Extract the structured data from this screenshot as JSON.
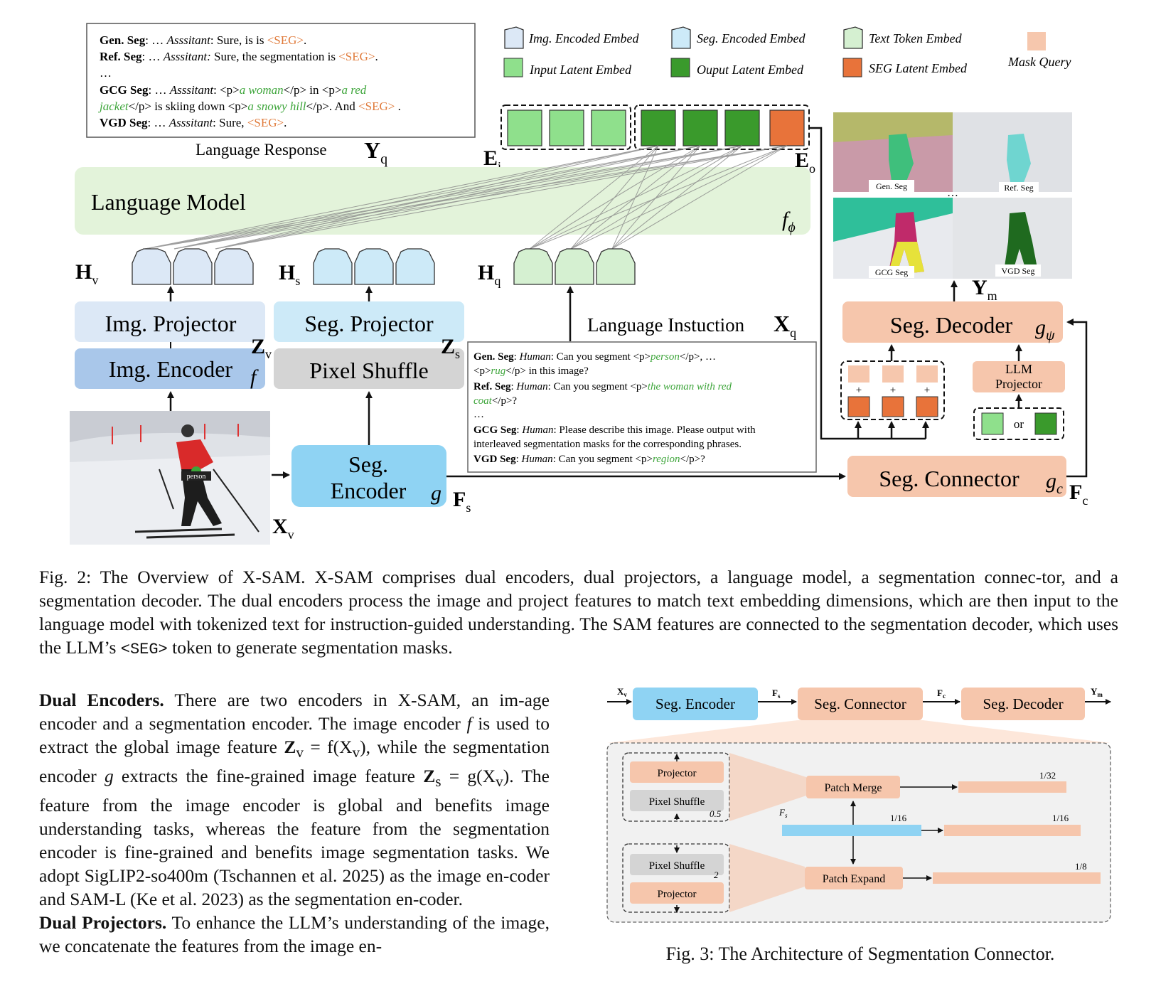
{
  "fig2": {
    "response_box": {
      "gen_label": "Gen. Seg",
      "gen_text_a": ": … ",
      "assistant": "Asssitant",
      "gen_text_b": ": Sure, is is ",
      "seg_token": "<SEG>",
      "ref_label": "Ref. Seg",
      "ref_text_a": ": … ",
      "ref_assistant": "Asssitant:",
      "ref_text_b": " Sure, the segmentation is ",
      "ellipsis": "…",
      "gcg_label": "GCG Seg",
      "gcg_text_a": ": … ",
      "gcg_text_b": ": <p>",
      "gcg_phrase1": "a woman",
      "gcg_text_c": "</p>  in <p>",
      "gcg_phrase2a": "a red",
      "gcg_phrase2b": "jacket",
      "gcg_text_d": "</p> is skiing down <p>",
      "gcg_phrase3": "a snowy hill",
      "gcg_text_e": "</p>.  And ",
      "gcg_text_f": " .",
      "vgd_label": "VGD Seg",
      "vgd_text_a": ": … ",
      "vgd_text_b": ": Sure, "
    },
    "language_response": "Language Response",
    "Yq": "Y",
    "Yq_sub": "q",
    "Ei": "E",
    "Ei_sub": "i",
    "Eo": "E",
    "Eo_sub": "o",
    "language_model": "Language Model",
    "f_phi": "f",
    "f_phi_sub": "ϕ",
    "Hv": "H",
    "Hv_sub": "v",
    "Hs": "H",
    "Hs_sub": "s",
    "Hq": "H",
    "Hq_sub": "q",
    "img_projector": "Img. Projector",
    "seg_projector": "Seg. Projector",
    "img_encoder": "Img. Encoder",
    "img_encoder_f": "f",
    "pixel_shuffle": "Pixel Shuffle",
    "Zv": "Z",
    "Zv_sub": "v",
    "Zs": "Z",
    "Zs_sub": "s",
    "seg_encoder_line1": "Seg.",
    "seg_encoder_line2": "Encoder",
    "seg_encoder_g": "g",
    "Fs": "F",
    "Fs_sub": "s",
    "Xv": "X",
    "Xv_sub": "v",
    "person_label": "person",
    "language_instruction": "Language Instuction",
    "Xq": "X",
    "Xq_sub": "q",
    "instruction_box": {
      "gen_label": "Gen. Seg",
      "human": "Human",
      "gen_a": ": Can you segment <p>",
      "gen_p1": "person",
      "gen_b": "</p>, …",
      "gen_c": "<p>",
      "gen_p2": "rug",
      "gen_d": "</p> in this image?",
      "ref_label": "Ref. Seg",
      "ref_a": ": Can you segment <p>",
      "ref_p1": "the woman with red",
      "ref_p2": "coat",
      "ref_b": "</p>?",
      "ellipsis": "…",
      "gcg_label": "GCG Seg",
      "gcg_a": ": Please describe this image. Please output with",
      "gcg_b": "interleaved segmentation masks for the corresponding phrases.",
      "vgd_label": "VGD Seg",
      "vgd_a": ": Can you segment <p>",
      "vgd_p": "region",
      "vgd_b": "</p>?"
    },
    "legend": {
      "img_encoded": "Img. Encoded Embed",
      "seg_encoded": "Seg. Encoded Embed",
      "text_token": "Text Token Embed",
      "mask_query": "Mask Query",
      "input_latent": "Input Latent Embed",
      "output_latent": "Ouput Latent Embed",
      "seg_latent": "SEG Latent Embed"
    },
    "results": {
      "gen": "Gen. Seg",
      "ref": "Ref. Seg",
      "gcg": "GCG Seg",
      "vgd": "VGD Seg",
      "dots": "…"
    },
    "Ym": "Y",
    "Ym_sub": "m",
    "seg_decoder": "Seg. Decoder",
    "g_psi": "g",
    "g_psi_sub": "ψ",
    "llm_projector_1": "LLM",
    "llm_projector_2": "Projector",
    "or": "or",
    "plus": "+",
    "seg_connector": "Seg. Connector",
    "g_c": "g",
    "g_c_sub": "c",
    "Fc": "F",
    "Fc_sub": "c"
  },
  "caption2": {
    "a": "Fig. 2: The Overview of X-SAM. X-SAM comprises dual encoders, dual projectors, a language model, a segmentation connec-tor, and a segmentation decoder. The dual encoders process the image and project features to match text embedding dimensions, which are then input to the language model with tokenized text for instruction-guided understanding. The SAM features are connected to the segmentation decoder, which uses the LLM’s ",
    "token": "<SEG>",
    "b": " token to generate segmentation masks."
  },
  "body": {
    "p1_head": "Dual Encoders.",
    "p1_a": " There are two encoders in X-SAM, an im-age encoder and a segmentation encoder. The image encoder ",
    "p1_f": "f",
    "p1_b": " is used to extract the global image feature ",
    "p1_eq1": "Z",
    "p1_eq1_sub": "v",
    "p1_eq1_rhs": " = f(X",
    "p1_eq1_rhs2": "v",
    "p1_eq1_end": "),",
    "p1_c": " while the segmentation encoder ",
    "p1_g": "g",
    "p1_d": " extracts the fine-grained image feature ",
    "p1_eq2": "Z",
    "p1_eq2_sub": "s",
    "p1_eq2_rhs": " = g(X",
    "p1_eq2_rhs2": "v",
    "p1_eq2_end": ").",
    "p1_e": " The feature from the image encoder is global and benefits image understanding tasks, whereas the feature from the segmentation encoder is fine-grained and benefits image segmentation tasks. We adopt SigLIP2-so400m (Tschannen et al. 2025) as the image en-coder and SAM-L (Ke et al. 2023) as the segmentation en-coder.",
    "p2_head": "Dual Projectors.",
    "p2_a": " To enhance the LLM’s understanding of the image, we concatenate the features from the image en-"
  },
  "fig3": {
    "Xv": "X",
    "Xv_sub": "v",
    "seg_encoder": "Seg. Encoder",
    "Fs": "F",
    "Fs_sub": "s",
    "seg_connector": "Seg. Connector",
    "Fc": "F",
    "Fc_sub": "c",
    "seg_decoder": "Seg. Decoder",
    "Ym": "Y",
    "Ym_sub": "m",
    "projector": "Projector",
    "pixel_shuffle": "Pixel Shuffle",
    "ps_factor_a": "0.5",
    "ps_factor_b": "2",
    "patch_merge": "Patch Merge",
    "patch_expand": "Patch Expand",
    "inner_Fs": "F",
    "inner_Fs_sub": "s",
    "r32": "1/32",
    "r16a": "1/16",
    "r16b": "1/16",
    "r8": "1/8"
  },
  "caption3": "Fig. 3: The Architecture of Segmentation Connector.",
  "colors": {
    "img_blue_light": "#dce8f6",
    "img_blue": "#a9c7ea",
    "seg_blue_light": "#cdeaf8",
    "seg_blue": "#8fd3f3",
    "lm_green": "#e3f3da",
    "text_green": "#d5f0d1",
    "input_latent": "#8fe08c",
    "output_latent": "#3a9a2c",
    "seg_latent": "#e8733a",
    "mask_query": "#f6c7ad",
    "peach": "#f6c6ac",
    "gray": "#d4d4d4",
    "orange_text": "#e07a3a",
    "green_text": "#3da53a"
  }
}
